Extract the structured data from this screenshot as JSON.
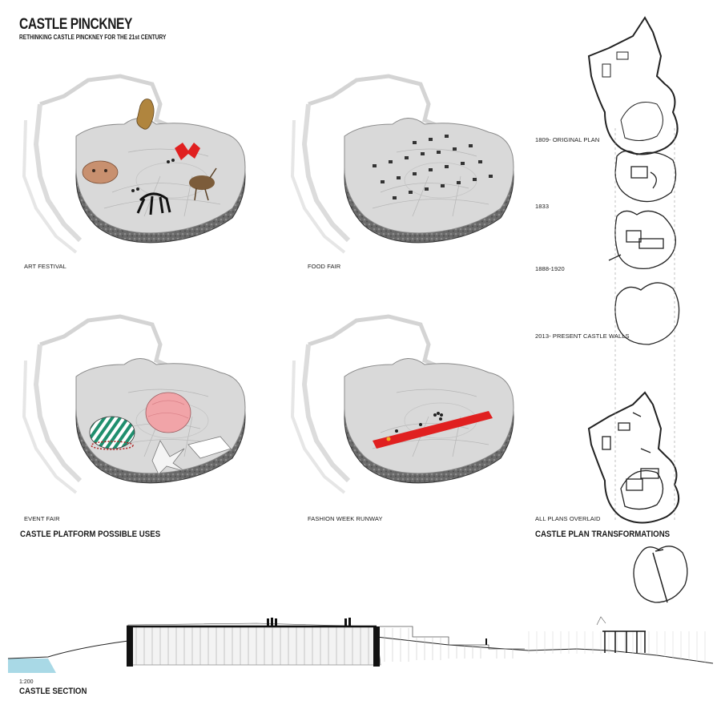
{
  "header": {
    "title": "CASTLE PINCKNEY",
    "subtitle": "RETHINKING CASTLE PINCKNEY FOR THE 21st CENTURY"
  },
  "platform_uses": {
    "heading": "CASTLE PLATFORM POSSIBLE USES",
    "items": [
      {
        "label": "ART FESTIVAL"
      },
      {
        "label": "FOOD FAIR"
      },
      {
        "label": "EVENT FAIR"
      },
      {
        "label": "FASHION WEEK RUNWAY"
      }
    ]
  },
  "plan_transformations": {
    "heading": "CASTLE PLAN TRANSFORMATIONS",
    "items": [
      {
        "label": "1809- ORIGINAL PLAN"
      },
      {
        "label": "1833"
      },
      {
        "label": "1888-1920"
      },
      {
        "label": "2013- PRESENT CASTLE WALLS"
      },
      {
        "label": "ALL PLANS OVERLAID"
      }
    ]
  },
  "section": {
    "scale": "1:200",
    "heading": "CASTLE SECTION"
  },
  "colors": {
    "water": "#a9d9e6",
    "runway": "#e02020",
    "dome": "#f1a4a8",
    "tent_green": "#1f8f6e",
    "floor": "#d9d9d9",
    "rock": "#6d6d6d"
  }
}
